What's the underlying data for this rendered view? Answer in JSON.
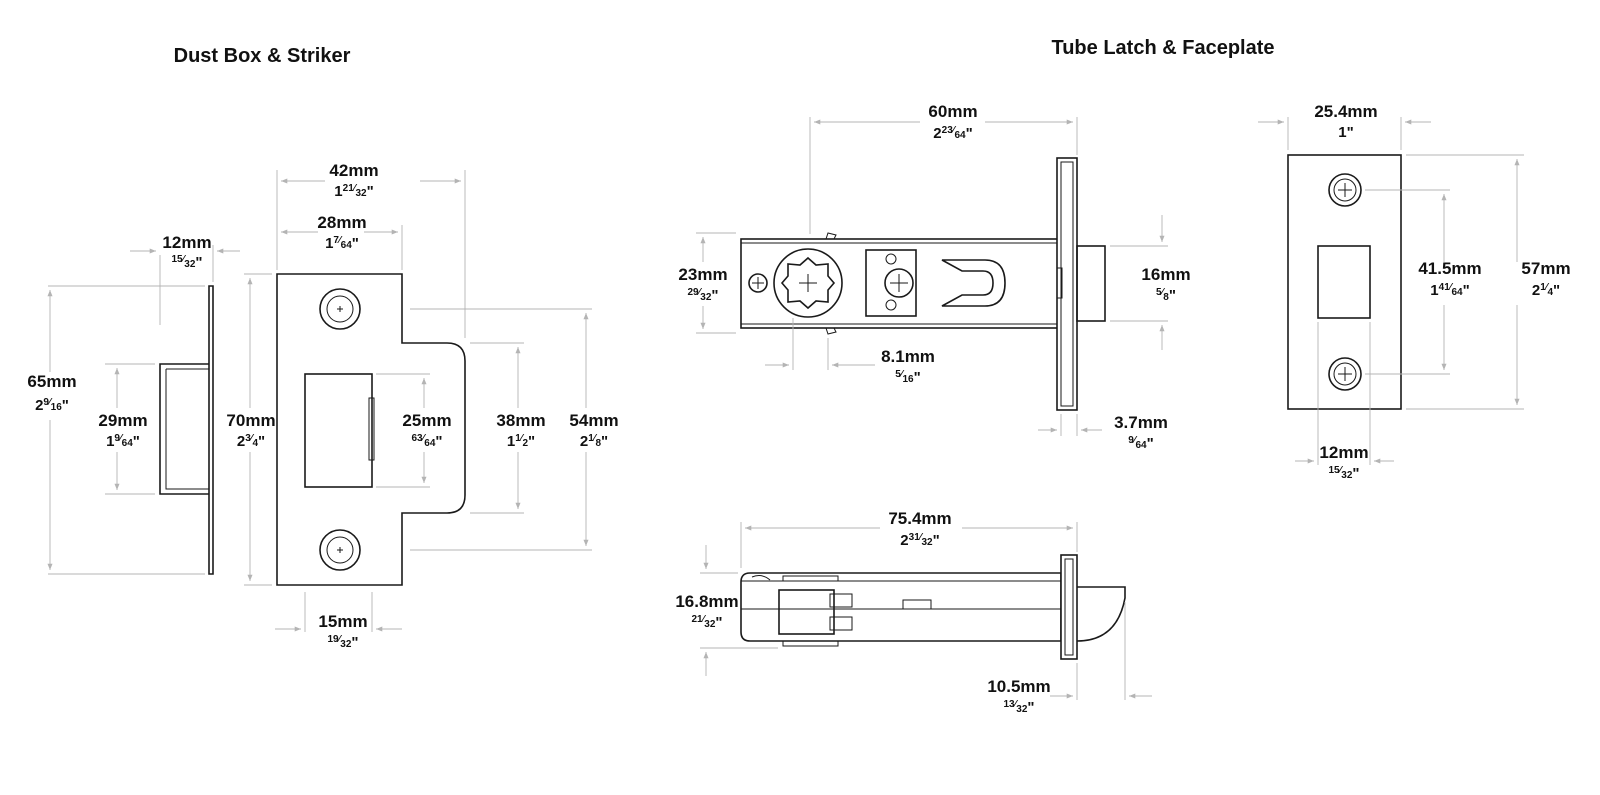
{
  "titles": {
    "left": "Dust Box & Striker",
    "right": "Tube Latch & Faceplate"
  },
  "dimensions": {
    "box_width": {
      "mm": "12mm",
      "w": "",
      "n": "15",
      "d": "32"
    },
    "box_height": {
      "mm": "65mm",
      "w": "2",
      "n": "9",
      "d": "16"
    },
    "box_inner": {
      "mm": "29mm",
      "w": "1",
      "n": "9",
      "d": "64"
    },
    "striker_w": {
      "mm": "42mm",
      "w": "1",
      "n": "21",
      "d": "32"
    },
    "striker_pl": {
      "mm": "28mm",
      "w": "1",
      "n": "7",
      "d": "64"
    },
    "striker_h": {
      "mm": "70mm",
      "w": "2",
      "n": "3",
      "d": "4"
    },
    "striker_slot": {
      "mm": "25mm",
      "w": "",
      "n": "63",
      "d": "64"
    },
    "striker_lip": {
      "mm": "38mm",
      "w": "1",
      "n": "1",
      "d": "2"
    },
    "striker_tab": {
      "mm": "54mm",
      "w": "2",
      "n": "1",
      "d": "8"
    },
    "striker_bot": {
      "mm": "15mm",
      "w": "",
      "n": "19",
      "d": "32"
    },
    "latch_len": {
      "mm": "60mm",
      "w": "2",
      "n": "23",
      "d": "64"
    },
    "latch_case": {
      "mm": "23mm",
      "w": "",
      "n": "29",
      "d": "32"
    },
    "latch_bolt": {
      "mm": "16mm",
      "w": "",
      "n": "5",
      "d": "8"
    },
    "latch_spind": {
      "mm": "8.1mm",
      "w": "",
      "n": "5",
      "d": "16"
    },
    "latch_face": {
      "mm": "3.7mm",
      "w": "",
      "n": "9",
      "d": "64"
    },
    "face_w": {
      "mm": "25.4mm",
      "w": "1",
      "n": "",
      "d": ""
    },
    "face_holes": {
      "mm": "41.5mm",
      "w": "1",
      "n": "41",
      "d": "64"
    },
    "face_h": {
      "mm": "57mm",
      "w": "2",
      "n": "1",
      "d": "4"
    },
    "face_slot": {
      "mm": "12mm",
      "w": "",
      "n": "15",
      "d": "32"
    },
    "side_len": {
      "mm": "75.4mm",
      "w": "2",
      "n": "31",
      "d": "32"
    },
    "side_h": {
      "mm": "16.8mm",
      "w": "",
      "n": "21",
      "d": "32"
    },
    "side_proj": {
      "mm": "10.5mm",
      "w": "",
      "n": "13",
      "d": "32"
    }
  },
  "colors": {
    "ink": "#1a1a1a",
    "dimension_line": "#b4b4b4"
  }
}
